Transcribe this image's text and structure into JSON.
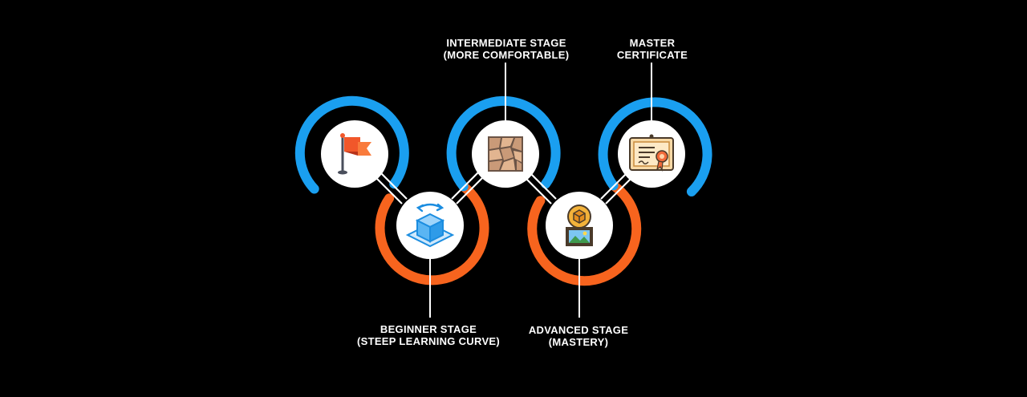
{
  "colors": {
    "background": "#000000",
    "top_ring": "#1a9ff0",
    "bottom_ring": "#f7641e",
    "node_fill": "#ffffff",
    "line": "#ffffff"
  },
  "stages": [
    {
      "id": "start",
      "label_lines": [],
      "icon": "flag-icon",
      "ring": "top"
    },
    {
      "id": "beginner",
      "label_lines": [
        "BEGINNER STAGE",
        "(STEEP LEARNING CURVE)"
      ],
      "icon": "cube-icon",
      "ring": "bottom"
    },
    {
      "id": "intermediate",
      "label_lines": [
        "INTERMEDIATE STAGE",
        "(MORE COMFORTABLE)"
      ],
      "icon": "stone-tiles-icon",
      "ring": "top"
    },
    {
      "id": "advanced",
      "label_lines": [
        "ADVANCED STAGE",
        "(MASTERY)"
      ],
      "icon": "nft-frame-icon",
      "ring": "bottom"
    },
    {
      "id": "master",
      "label_lines": [
        "MASTER",
        "CERTIFICATE"
      ],
      "icon": "certificate-icon",
      "ring": "top"
    }
  ]
}
